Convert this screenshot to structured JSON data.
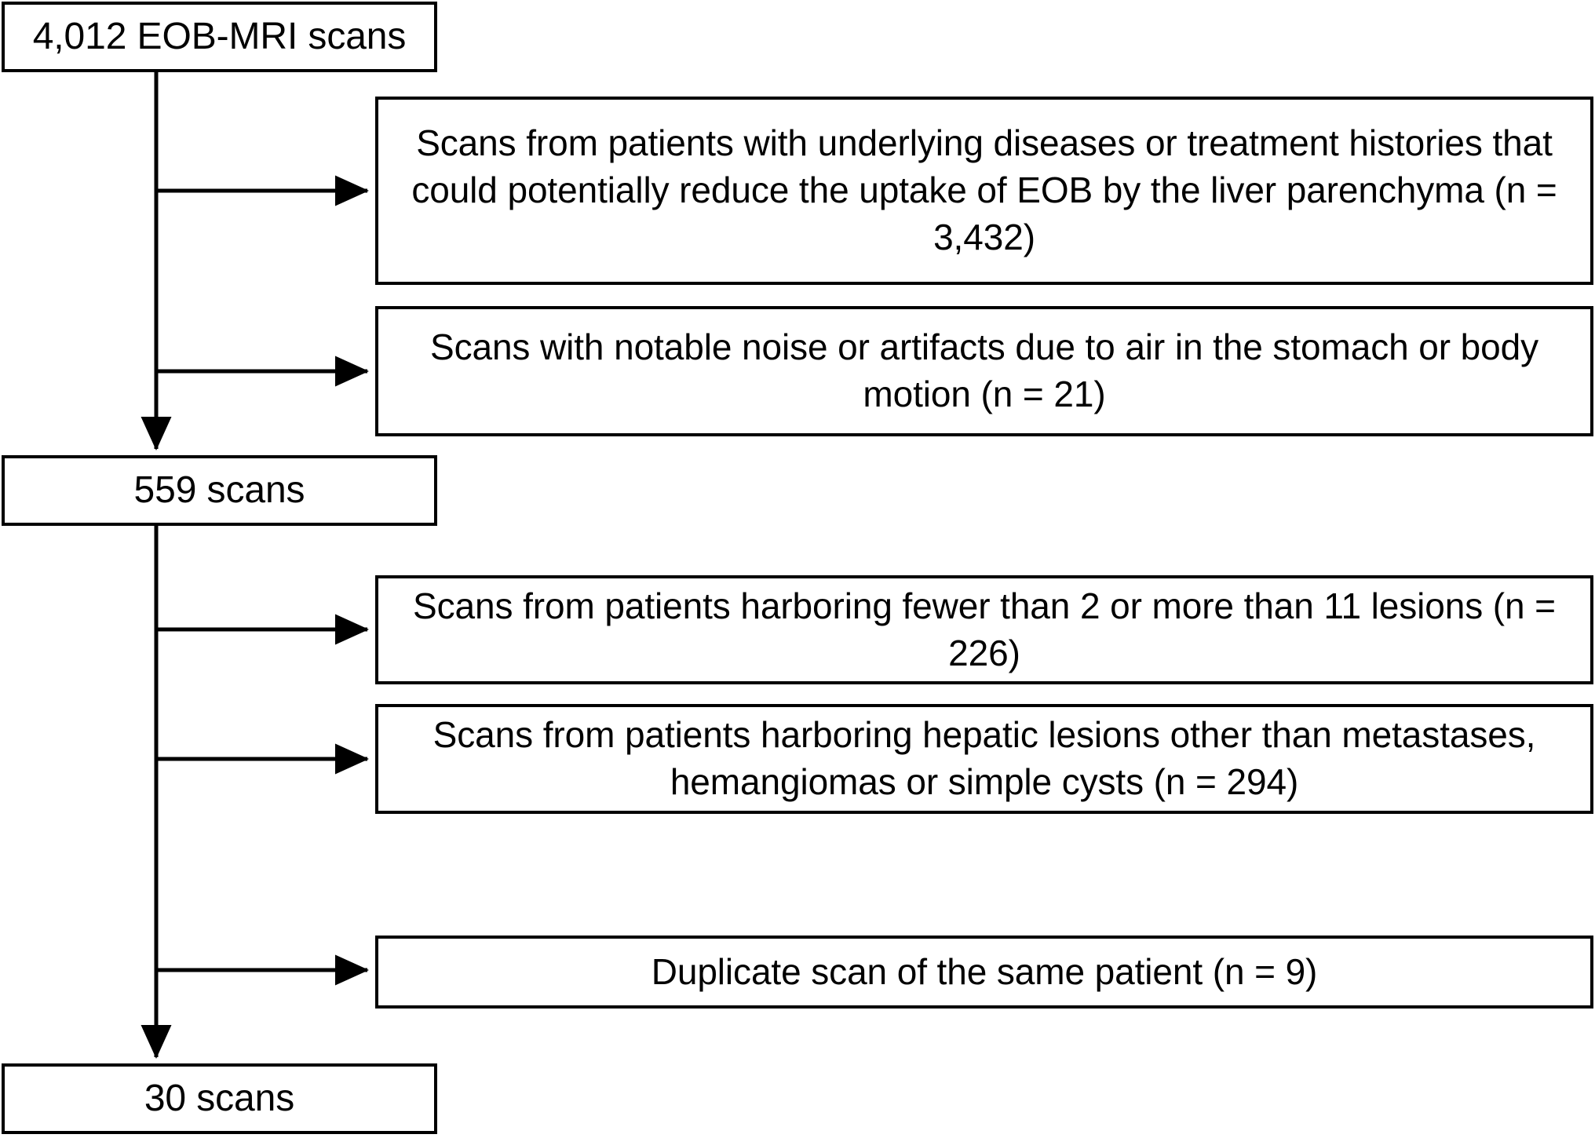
{
  "diagram": {
    "type": "flowchart",
    "title": "Study cohort selection flow diagram",
    "orientation": "top-to-bottom",
    "line_color": "#000000",
    "box_fill": "#ffffff",
    "text_color": "#000000"
  },
  "nodes": {
    "start": {
      "label": "4,012 EOB-MRI scans",
      "count": 4012,
      "unit": "scans"
    },
    "middle": {
      "label": "559 scans",
      "count": 559,
      "unit": "scans"
    },
    "end": {
      "label": "30 scans",
      "count": 30,
      "unit": "scans"
    }
  },
  "exclusions": [
    {
      "label": "Scans from patients with underlying diseases or treatment histories that could potentially reduce the uptake of EOB by the liver parenchyma (n = 3,432)",
      "n": 3432,
      "stage": "after-start"
    },
    {
      "label": "Scans with notable noise or artifacts due to air in the stomach or body motion (n = 21)",
      "n": 21,
      "stage": "after-start"
    },
    {
      "label": "Scans from patients harboring fewer than 2 or more than 11 lesions (n = 226)",
      "n": 226,
      "stage": "after-middle"
    },
    {
      "label": "Scans from patients harboring hepatic lesions other than metastases, hemangiomas or simple cysts (n = 294)",
      "n": 294,
      "stage": "after-middle"
    },
    {
      "label": "Duplicate scan of the same patient (n = 9)",
      "n": 9,
      "stage": "after-middle"
    }
  ],
  "connectors": {
    "spine_label": "main-flow-line",
    "branch_label": "exclusion-branch-arrow"
  }
}
